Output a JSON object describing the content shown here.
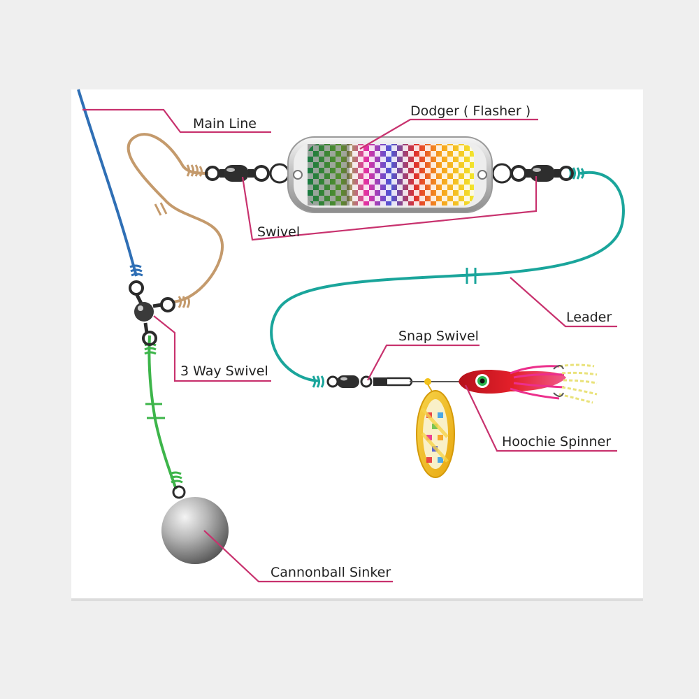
{
  "diagram": {
    "labels": {
      "main_line": "Main Line",
      "dodger": "Dodger ( Flasher )",
      "swivel": "Swivel",
      "leader": "Leader",
      "snap_swivel": "Snap Swivel",
      "three_way_swivel": "3 Way Swivel",
      "hoochie_spinner": "Hoochie Spinner",
      "cannonball_sinker": "Cannonball Sinker"
    }
  },
  "colors": {
    "background": "#efefef",
    "panel": "#ffffff",
    "main_line": "#2f6fb5",
    "dropper_line": "#c49a6c",
    "leader_line": "#1aa59b",
    "sinker_line": "#3db54a",
    "pointer": "#c8326e",
    "lure_red": "#d81f26",
    "lure_pink": "#ec2f8c",
    "blade_gold": "#f2c21a",
    "sinker_gray": "#8a8a8a"
  }
}
